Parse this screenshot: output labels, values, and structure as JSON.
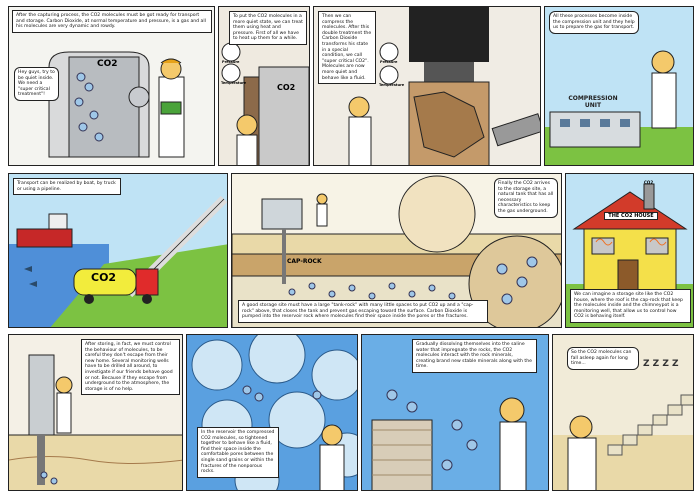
{
  "panels": {
    "p1": {
      "caption": "After the capturing process, the CO2 molecules must be got ready for transport and storage. Carbon Dioxide, at normal temperature and pressure, is a gas and all his molecules are very dynamic and rowdy.",
      "speech": "Hey guys, try to be quiet inside. We need a \"super critical treatment\"!",
      "tank_label": "CO2"
    },
    "p2": {
      "caption": "To put the CO2 molecules in a more quiet state, we can treat them using heat and pressure. First of all we have to heat up them for a while.",
      "gauge1": "Pressure",
      "gauge2": "Temperature",
      "tank_label": "CO2"
    },
    "p3": {
      "caption": "Then we can compress the molecules. After this double treatment the Carbon Dioxide transforms his state in a special condition, we call \"super critical CO2\". Molecules are now more quiet and behave like a fluid.",
      "gauge1": "Pressure",
      "gauge2": "Temperature"
    },
    "p4": {
      "caption": "All these processes become inside the compression unit and they help us to prepare the gas for transport.",
      "building_label": "COMPRESSION UNIT"
    },
    "p5": {
      "caption": "Transport can be realized by boat, by truck or using a pipeline.",
      "truck_label": "CO2"
    },
    "p6": {
      "caption": "A good storage site must have a large \"tank-rock\" with many little spaces to put CO2 up and a \"cap-rock\" above, that closes the tank and prevent gas escaping toward the surface. Carbon Dioxide is pumped into the reservoir rock where molecules find their space inside the pores or the fractures.",
      "caprock_label": "CAP-ROCK",
      "bubble": "Finally the CO2 arrives to the storage site, a natural tank that has all necessary characteristics to keep the gas underground."
    },
    "p7": {
      "caption": "We can imagine a storage site like the CO2 house, where the roof is the cap-rock that keep the molecules inside and the chimneypot is a monitoring well, that allow us to control how CO2 is behaving itself.",
      "house_label": "THE CO2 HOUSE",
      "chimney_label": "CO2"
    },
    "p8": {
      "caption": "After storing, in fact, we must control the behaviour of molecules, to be careful they don't escape from their new home. Several monitoring wells have to be drilled all around, to investigate if our friends behave good or not. Because if they escape from underground to the atmosphere, the storage is of no help."
    },
    "p9": {
      "caption": "In the reservoir the compressed CO2 molecules, so tightened together to behave like a fluid, find their space inside the comfortable pores between the single sand grains or within the fractures of the nonporous rocks."
    },
    "p10": {
      "caption": "Gradually dissolving themselves into the saline water that impregnate the rocks, the CO2 molecules interact with the rock minerals, creating brand new stable minerals along with the time."
    },
    "p11": {
      "caption": "So the CO2 molecules can fall asleep again for long time...",
      "snore": "Z Z Z Z"
    }
  },
  "colors": {
    "sky": "#bfe3f5",
    "grass": "#7cc242",
    "ground": "#e9d9a8",
    "rock": "#c9a46a",
    "water": "#4f8fd8",
    "molecule": "#9fc7e8",
    "roof": "#d23b2a",
    "house": "#f4e04a",
    "truck": "#e02b2b",
    "tank": "#f2ec3c"
  }
}
